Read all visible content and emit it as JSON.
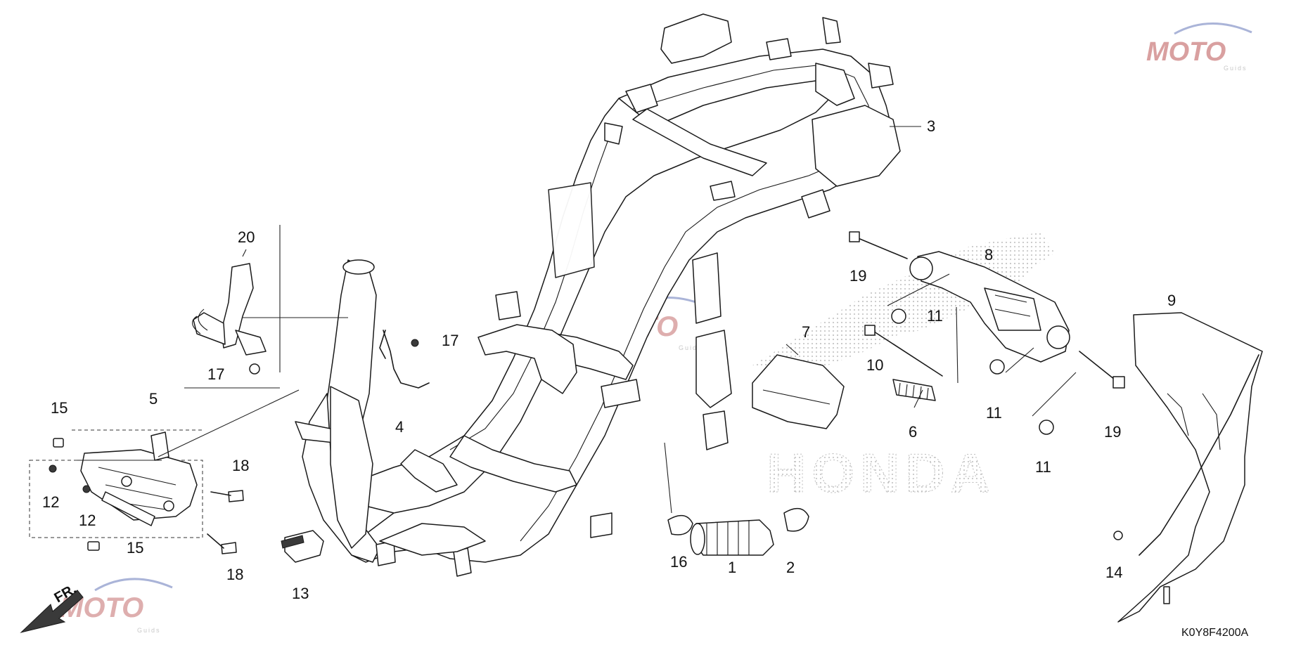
{
  "diagram": {
    "callouts": {
      "c1": "1",
      "c2": "2",
      "c3": "3",
      "c4": "4",
      "c5": "5",
      "c6": "6",
      "c7": "7",
      "c8": "8",
      "c9": "9",
      "c10": "10",
      "c11a": "11",
      "c11b": "11",
      "c11c": "11",
      "c12a": "12",
      "c12b": "12",
      "c13": "13",
      "c14": "14",
      "c15a": "15",
      "c15b": "15",
      "c16": "16",
      "c17a": "17",
      "c17b": "17",
      "c18a": "18",
      "c18b": "18",
      "c19a": "19",
      "c19b": "19",
      "c20": "20"
    },
    "diagram_code": "K0Y8F4200A",
    "front_marker": "FR.",
    "background_brand": "HONDA",
    "watermark": {
      "brand": "MOTO",
      "sub": "Guids"
    },
    "colors": {
      "line": "#1a1a1a",
      "watermark_red": "#d9a0a0",
      "watermark_blue": "#aab4d8",
      "watermark_gray": "#cccccc"
    }
  }
}
